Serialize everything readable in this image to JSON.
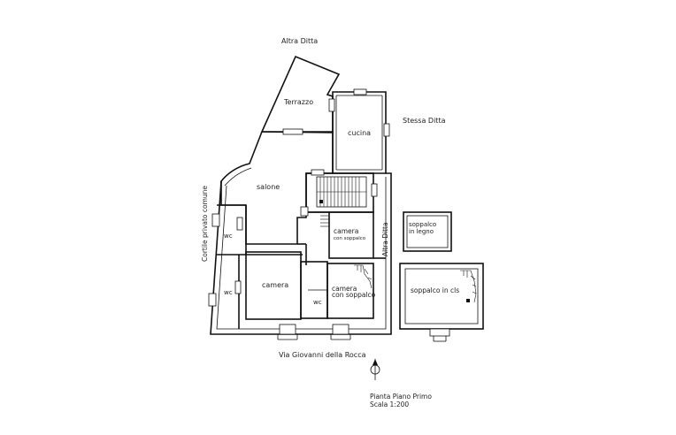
{
  "labels": {
    "neighbor_top": "Altra Ditta",
    "neighbor_right_top": "Stessa Ditta",
    "neighbor_right_vertical": "Altra Ditta",
    "courtyard_left": "Cortile privato comune",
    "street": "Via Giovanni della Rocca"
  },
  "rooms": {
    "terrace": "Terrazzo",
    "kitchen": "cucina",
    "living": "salone",
    "wc_left_top": "wc",
    "wc_left_bottom": "wc",
    "wc_center": "wc",
    "bedroom_main": "camera",
    "bedroom_loft_top_1": "camera",
    "bedroom_loft_top_2": "con soppalco",
    "bedroom_loft_bottom_1": "camera",
    "bedroom_loft_bottom_2": "con soppalco",
    "loft_wood_1": "soppalco",
    "loft_wood_2": "in legno",
    "loft_concrete": "soppalco in cls"
  },
  "caption": {
    "title": "Pianta Piano Primo",
    "scale": "Scala 1:200"
  },
  "icons": {
    "north": "north-arrow-icon"
  }
}
